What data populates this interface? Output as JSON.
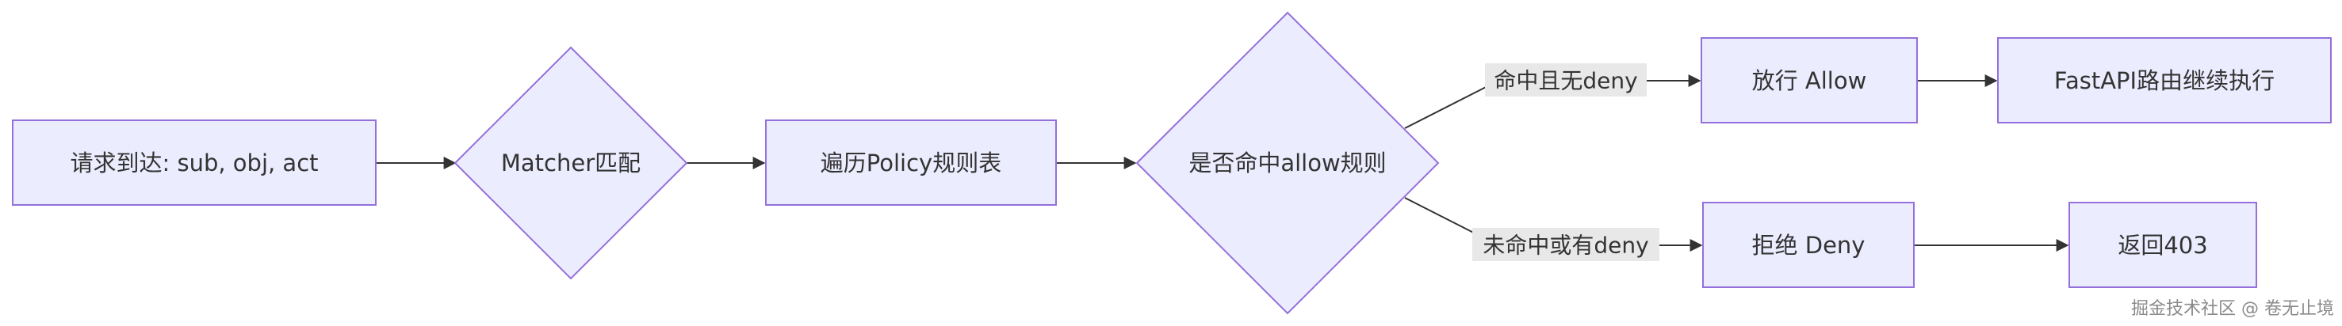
{
  "colors": {
    "node_fill": "#ECECFF",
    "node_stroke": "#9370DB",
    "edge": "#333333",
    "edge_label_bg": "#E8E8E8"
  },
  "nodes": {
    "request": "请求到达: sub, obj, act",
    "matcher": "Matcher匹配",
    "traverse": "遍历Policy规则表",
    "decision": "是否命中allow规则",
    "allow": "放行 Allow",
    "fastapi": "FastAPI路由继续执行",
    "deny": "拒绝 Deny",
    "return": "返回403"
  },
  "edges": {
    "hit_allow": "命中且无deny",
    "miss_or_deny": "未命中或有deny"
  },
  "watermark": "掘金技术社区 @ 卷无止境"
}
